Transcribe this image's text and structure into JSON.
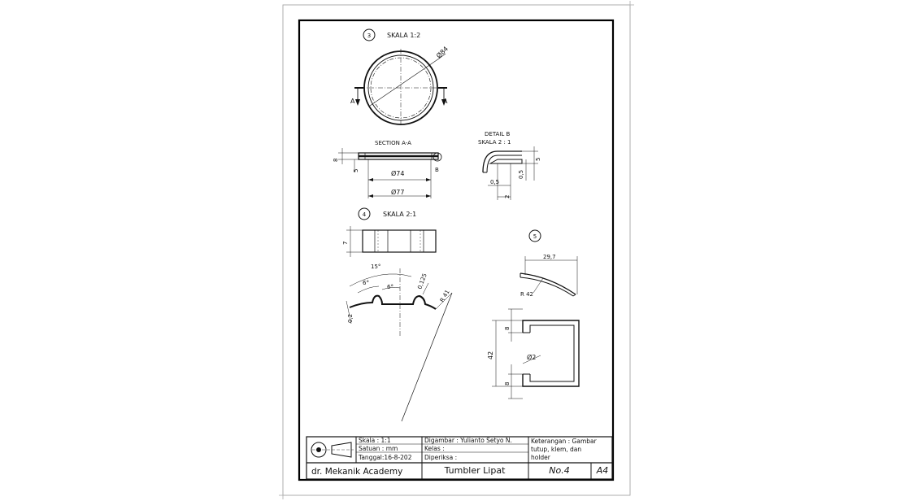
{
  "views": {
    "view3": {
      "number": "3",
      "scale": "SKALA 1:2",
      "dim_dia": "Ø84",
      "section_mark_left": "A",
      "section_mark_right": "A"
    },
    "section_aa": {
      "title": "SECTION A-A",
      "dim_dia_inner": "Ø74",
      "dim_dia_outer": "Ø77",
      "dim_height": "8",
      "dim_step": "5",
      "detail_mark": "B"
    },
    "detail_b": {
      "title": "DETAIL B",
      "scale": "SKALA 2 : 1",
      "dim_height": "5",
      "dim_thk_v": "0,5",
      "dim_thk_h": "0,5",
      "dim_width": "2"
    },
    "view4": {
      "number": "4",
      "scale": "SKALA 2:1",
      "dim_height": "7",
      "dim_angle_total": "15°",
      "dim_angle_a": "6°",
      "dim_angle_b": "6°",
      "dim_radius_small": "0,125",
      "dim_radius_large": "R 41",
      "dim_thk": "0,2"
    },
    "view5": {
      "number": "5",
      "dim_chord": "29,7",
      "dim_radius": "R 42",
      "dim_height": "42",
      "dim_top": "8",
      "dim_bottom": "8",
      "dim_dia": "Ø2"
    }
  },
  "title_block": {
    "skala": "Skala   : 1:1",
    "satuan": "Satuan : mm",
    "tanggal": "Tanggal:16-8-202",
    "digambar": "Digambar : Yulianto Setyo N.",
    "kelas": "Kelas      :",
    "diperiksa": "Diperiksa :",
    "keterangan_1": "Keterangan : Gambar",
    "keterangan_2": "tutup, klem, dan",
    "keterangan_3": "holder",
    "company": "dr. Mekanik Academy",
    "drawing_title": "Tumbler Lipat",
    "number": "No.4",
    "size": "A4"
  }
}
